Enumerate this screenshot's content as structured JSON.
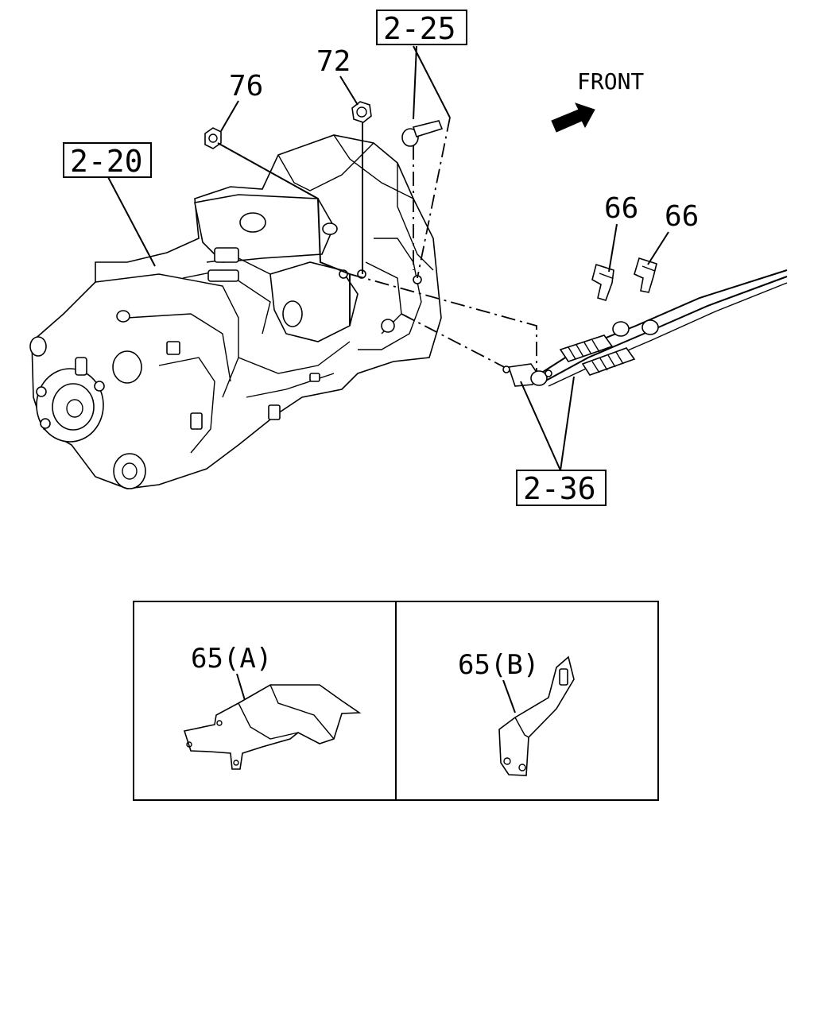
{
  "diagram": {
    "orientation_label": "FRONT",
    "reference_boxes": {
      "transmission": "2-20",
      "bolt": "2-25",
      "shift_cables": "2-36"
    },
    "callouts": {
      "nut_76": "76",
      "nut_72": "72",
      "clip_left": "66",
      "clip_right": "66"
    },
    "detail_panels": {
      "bracket_a": "65(A)",
      "bracket_b": "65(B)"
    }
  }
}
